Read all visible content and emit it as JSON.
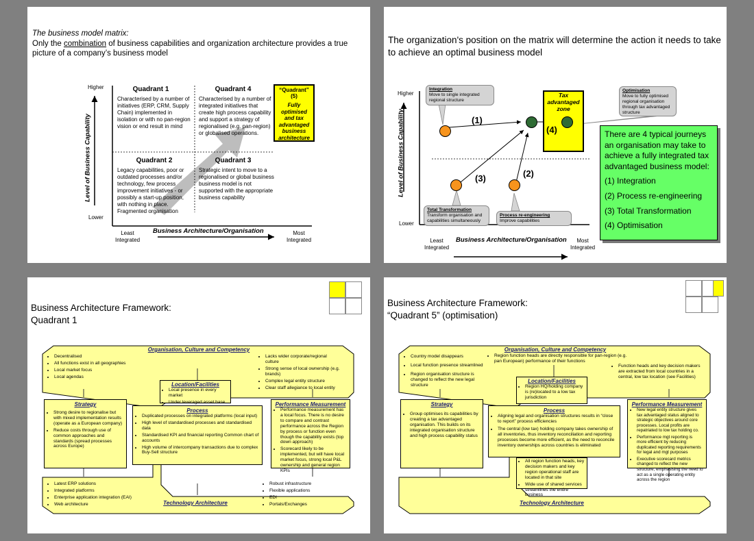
{
  "slide1": {
    "intro_italic": "The business model matrix:",
    "intro_pre": "Only the ",
    "intro_underlined": "combination",
    "intro_post": " of business capabilities and organization architecture provides a true picture of a company’s business model",
    "y_axis": "Level of Business Capability",
    "y_higher": "Higher",
    "y_lower": "Lower",
    "x_axis": "Business Architecture/Organisation",
    "x_least": "Least\nIntegrated",
    "x_most": "Most\nIntegrated",
    "q1_title": "Quadrant 1",
    "q1_text": "Characterised by a number of initiatives (ERP, CRM, Supply Chain) implemented in isolation or with no pan-region vision or end result in mind",
    "q4_title": "Quadrant 4",
    "q4_text": "Characterised by a number of integrated initiatives that create high process capability and support a strategy of regionalised (e.g. pan-region) or globalised operations.",
    "q5_title": "“Quadrant” (5)",
    "q5_text": "Fully optimised and tax advantaged business architecture",
    "q2_title": "Quadrant 2",
    "q2_text": "Legacy capabilities, poor or outdated processes and/or technology, few process improvement initiatives - or possibly a start-up position, with nothing in place. Fragmented organisation",
    "q3_title": "Quadrant 3",
    "q3_text": "Strategic intent to move to a regionalised or global business business model is not supported with the appropriate business capability"
  },
  "slide2": {
    "title": "The organization's position on the matrix will determine the action it needs to take to achieve an optimal business model",
    "y_axis": "Level of Business Capability",
    "y_higher": "Higher",
    "y_lower": "Lower",
    "x_axis": "Business Architecture/Organisation",
    "x_least": "Least\nIntegrated",
    "x_most": "Most\nIntegrated",
    "integration_title": "Integration",
    "integration_text": "Move to single integrated regional structure",
    "tax_zone": "Tax advantaged zone",
    "optimisation_title": "Optimisation",
    "optimisation_text": "Move to fully optimised regional organisation through tax advantaged structure",
    "total_title": "Total Transformation",
    "total_text": "Transform organisation and capabilities simultaneously",
    "reeng_title": "Process re-engineering",
    "reeng_text": "Improve capabilities",
    "lbl1": "(1)",
    "lbl2": "(2)",
    "lbl3": "(3)",
    "lbl4": "(4)",
    "green_intro": "There are 4 typical journeys an organisation may take to achieve a fully integrated tax advantaged business model:",
    "green_items": [
      "(1) Integration",
      "(2) Process re-engineering",
      "(3) Total Transformation",
      "(4) Optimisation"
    ]
  },
  "slide3": {
    "title_line1": "Business Architecture Framework:",
    "title_line2": "Quadrant 1",
    "org_title": "Organisation, Culture and Competency",
    "org_left": [
      "Decentralised",
      "All functions exist in all geographies",
      "Local market focus",
      "Local  agendas"
    ],
    "org_right": [
      "Lacks wider corporate/regional culture",
      "Strong sense of local ownership (e.g. brands)",
      "Complex legal entity structure",
      "Clear staff allegiance to local entity"
    ],
    "loc_title": "Location/Facilities",
    "loc_items": [
      "Local presence in every market",
      "Under leveraged asset base"
    ],
    "strategy_title": "Strategy",
    "strategy_items": [
      "Strong desire to regionalise but with mixed implementation results (operate as a European company)",
      "Reduce costs through use of common approaches and standards (spread processes across Europe)"
    ],
    "process_title": "Process",
    "process_items": [
      "Duplicated processes on integrated platforms (local input)",
      "High level of standardised processes and standardised data",
      "Standardised KPI and financial reporting Common chart of accounts",
      "High volume of intercompany transactions due to complex Buy-Sell structure"
    ],
    "perf_title": "Performance Measurement",
    "perf_items": [
      "Performance measurement has a local focus. There is no desire to compare and contrast performance across the Region by process or function even though the capability exists (top down approach)",
      "Scorecard likely to be implemented, but will have local market focus, strong local P&L ownership and general region KPIs"
    ],
    "tech_title": "Technology Architecture",
    "tech_left": [
      "Latest ERP solutions",
      "Integrated platforms",
      "Enterprise application integration (EAI)",
      "Web architecture"
    ],
    "tech_right": [
      "Robust infrastructure",
      "Flexible applications",
      "EDI",
      "Portals/Exchanges"
    ]
  },
  "slide4": {
    "title_line1": "Business Architecture Framework:",
    "title_line2": "“Quadrant 5” (optimisation)",
    "org_title": "Organisation, Culture and Competency",
    "org_left": [
      "Country model disappears",
      "Local function presence streamlined",
      "Region organisation structure is changed to reflect the new legal structure"
    ],
    "org_mid": "Region function heads are directly responsible for pan-region (e.g. pan European) performance of their functions",
    "org_right": "Function heads and key decision makers are extracted from local countries in a central, low tax location (see Facilities)",
    "loc_title": "Location/Facilities",
    "loc_items": [
      "Region HQ/holding company is (re)located to a low tax jurisdiction"
    ],
    "strategy_title": "Strategy",
    "strategy_items": [
      "Group optimises its capabilities by creating a tax advantaged organisation. This builds on its integrated organisation structure and high process capability status"
    ],
    "process_title": "Process",
    "process_items": [
      "Aligning legal and organisation structures results in “close to report” process efficiencies",
      "The central (low tax) holding company takes ownership of all inventories, thus inventory reconciliation and reporting processes become more efficient, as the need to reconcile inventory ownerships across countries is eliminated"
    ],
    "process_sub": [
      "All region function heads, key decision makers and key region operational staff are located in that site",
      "Wide use of shared services streamlines the entire business"
    ],
    "perf_title": "Performance Measurement",
    "perf_items": [
      "New legal entity structure gives tax advantaged status aligned to strategic objectives around core processes. Local profits are repatriated to low tax holding co.",
      "Performance mgt reporting is more efficient by reducing duplicated reporting requirements for legal and mgt purposes",
      "Executive scorecard metrics changed to reflect the new structure, emphasising the need to act as a single operating entity across the region"
    ],
    "tech_title": "Technology Architecture"
  },
  "colors": {
    "background": "#808080",
    "yellow": "#ffff00",
    "light_yellow": "#ffff99",
    "green": "#66ff66",
    "orange": "#f7941d",
    "dark_green": "#2e6b34"
  }
}
